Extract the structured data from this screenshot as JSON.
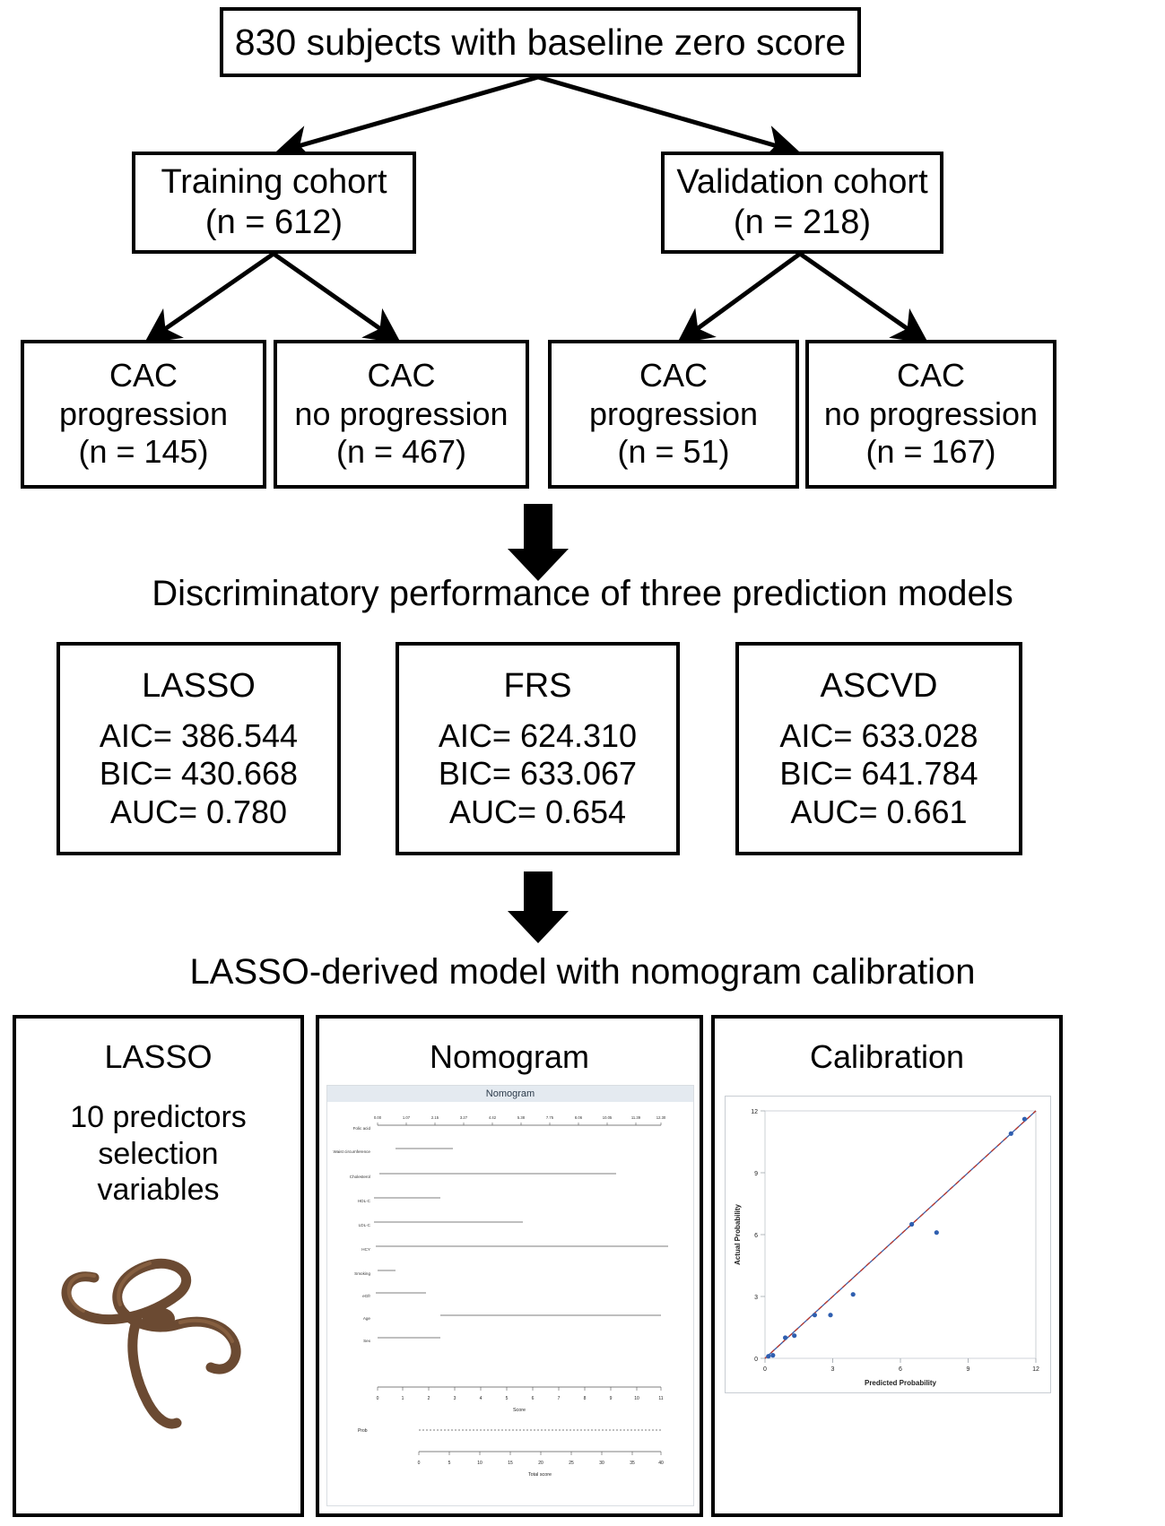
{
  "flow": {
    "root": {
      "label": "830 subjects with baseline zero score"
    },
    "cohorts": [
      {
        "name": "Training cohort",
        "n": "(n = 612)"
      },
      {
        "name": "Validation cohort",
        "n": "(n = 218)"
      }
    ],
    "outcomes": [
      {
        "line1": "CAC",
        "line2": "progression",
        "n": "(n = 145)"
      },
      {
        "line1": "CAC",
        "line2": "no progression",
        "n": "(n = 467)"
      },
      {
        "line1": "CAC",
        "line2": "progression",
        "n": "(n = 51)"
      },
      {
        "line1": "CAC",
        "line2": "no progression",
        "n": "(n = 167)"
      }
    ]
  },
  "models": {
    "heading": "Discriminatory performance of three prediction models",
    "items": [
      {
        "name": "LASSO",
        "aic": "AIC= 386.544",
        "bic": "BIC= 430.668",
        "auc": "AUC= 0.780"
      },
      {
        "name": "FRS",
        "aic": "AIC= 624.310",
        "bic": "BIC= 633.067",
        "auc": "AUC= 0.654"
      },
      {
        "name": "ASCVD",
        "aic": "AIC= 633.028",
        "bic": "BIC= 641.784",
        "auc": "AUC= 0.661"
      }
    ]
  },
  "final": {
    "heading": "LASSO-derived model with nomogram calibration",
    "panels": {
      "lasso": {
        "title": "LASSO",
        "line1": "10 predictors",
        "line2": "selection",
        "line3": "variables",
        "figure": "lasso-rope-illustration"
      },
      "nomogram": {
        "title": "Nomogram",
        "inner_title": "Nomogram",
        "row_labels": [
          "Folic acid",
          "Waist circumference",
          "Cholesterol",
          "HDL-C",
          "LDL-C",
          "HCY",
          "Smoking",
          "eGfr",
          "Age",
          "Sex"
        ],
        "score_axis_label": "Score",
        "score_ticks": [
          "0",
          "1",
          "2",
          "3",
          "4",
          "5",
          "6",
          "7",
          "8",
          "9",
          "10",
          "11"
        ],
        "prob_label": "Prob",
        "total_axis_label": "Total score",
        "total_ticks": [
          "0",
          "5",
          "10",
          "15",
          "20",
          "25",
          "30",
          "35",
          "40"
        ],
        "folic_ticks": [
          "0.00",
          "1.07",
          "2.15",
          "3.27",
          "4.42",
          "5.38",
          "7.75",
          "8.06",
          "10.05",
          "11.39",
          "12.30"
        ]
      },
      "calibration": {
        "title": "Calibration",
        "xlabel": "Predicted Probability",
        "ylabel": "Actual Probability",
        "xticks": [
          "0",
          "3",
          "6",
          "9",
          "12"
        ],
        "yticks": [
          "0",
          "3",
          "6",
          "9",
          "12"
        ]
      }
    }
  },
  "chart_data": [
    {
      "type": "scatter",
      "title": "Calibration",
      "xlabel": "Predicted Probability",
      "ylabel": "Actual Probability",
      "xlim": [
        0,
        12
      ],
      "ylim": [
        0,
        12
      ],
      "xticks": [
        0,
        3,
        6,
        9,
        12
      ],
      "yticks": [
        0,
        3,
        6,
        9,
        12
      ],
      "grid": false,
      "legend": "none",
      "points": [
        {
          "x": 0.15,
          "y": 0.1
        },
        {
          "x": 0.35,
          "y": 0.15
        },
        {
          "x": 0.9,
          "y": 1.0
        },
        {
          "x": 1.3,
          "y": 1.1
        },
        {
          "x": 2.2,
          "y": 2.1
        },
        {
          "x": 2.9,
          "y": 2.1
        },
        {
          "x": 3.9,
          "y": 3.1
        },
        {
          "x": 6.5,
          "y": 6.5
        },
        {
          "x": 7.6,
          "y": 6.1
        },
        {
          "x": 10.9,
          "y": 10.9
        },
        {
          "x": 11.5,
          "y": 11.6
        }
      ],
      "reference_line": {
        "from": [
          0,
          0
        ],
        "to": [
          12,
          12
        ],
        "style": "dashed",
        "color": "#c0392b"
      },
      "fit_line": {
        "from": [
          0,
          0
        ],
        "to": [
          12,
          12
        ],
        "style": "solid",
        "color": "#3b5ea8"
      }
    },
    {
      "type": "table",
      "title": "Nomogram",
      "categories": [
        "Folic acid",
        "Waist circumference",
        "Cholesterol",
        "HDL-C",
        "LDL-C",
        "HCY",
        "Smoking",
        "eGfr",
        "Age",
        "Sex"
      ],
      "xlabel": "Score",
      "ylabel": "",
      "xlim": [
        0,
        11
      ]
    }
  ],
  "colors": {
    "stroke": "#000000",
    "nomogram_header": "#e4eaf0",
    "calibration_point": "#2f5fb0",
    "calibration_ref": "#c0392b"
  }
}
